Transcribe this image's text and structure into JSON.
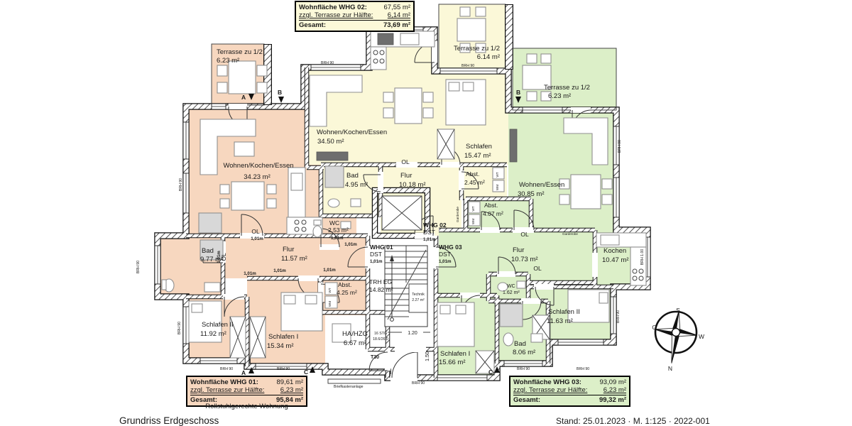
{
  "info_boxes": {
    "whg02": {
      "rows": [
        {
          "label": "Wohnfläche WHG 02:",
          "value": "67,55 m²"
        },
        {
          "label": "zzgl. Terrasse zur Hälfte:",
          "value": "6,14 m²"
        },
        {
          "label": "Gesamt:",
          "value": "73,69 m²"
        }
      ]
    },
    "whg01": {
      "rows": [
        {
          "label": "Wohnfläche WHG 01:",
          "value": "89,61 m²"
        },
        {
          "label": "zzgl. Terrasse zur Hälfte:",
          "value": "6,23 m²"
        },
        {
          "label": "Gesamt:",
          "value": "95,84 m²"
        }
      ],
      "note": "Rollstuhlgerechte Wohnung"
    },
    "whg03": {
      "rows": [
        {
          "label": "Wohnfläche WHG 03:",
          "value": "93,09 m²"
        },
        {
          "label": "zzgl. Terrasse zur Hälfte:",
          "value": "6,23 m²"
        },
        {
          "label": "Gesamt:",
          "value": "99,32 m²"
        }
      ]
    }
  },
  "rooms": {
    "whg01": {
      "terrasse": {
        "name": "Terrasse zu 1/2",
        "area": "6.23 m²"
      },
      "wohnen": {
        "name": "Wohnen/Kochen/Essen",
        "area": "34.23 m²"
      },
      "bad": {
        "name": "Bad",
        "area": "9.77 m²"
      },
      "flur": {
        "name": "Flur",
        "area": "11.57 m²"
      },
      "wc": {
        "name": "WC",
        "area": "2.53 m²"
      },
      "abst": {
        "name": "Abst.",
        "area": "4.25 m²"
      },
      "schlafen2": {
        "name": "Schlafen II",
        "area": "11.92 m²"
      },
      "schlafen1": {
        "name": "Schlafen I",
        "area": "15.34 m²"
      }
    },
    "whg02": {
      "terrasse": {
        "name": "Terrasse zu 1/2",
        "area": "6.14 m²"
      },
      "wohnen": {
        "name": "Wohnen/Kochen/Essen",
        "area": "34.50 m²"
      },
      "schlafen": {
        "name": "Schlafen",
        "area": "15.47 m²"
      },
      "bad": {
        "name": "Bad",
        "area": "4.95 m²"
      },
      "flur": {
        "name": "Flur",
        "area": "10.18 m²"
      },
      "abst": {
        "name": "Abst.",
        "area": "2.45 m²"
      }
    },
    "whg03": {
      "terrasse": {
        "name": "Terrasse zu 1/2",
        "area": "6.23 m²"
      },
      "wohnen": {
        "name": "Wohnen/Essen",
        "area": "30.85 m²"
      },
      "abst": {
        "name": "Abst.",
        "area": "4.07 m²"
      },
      "flur": {
        "name": "Flur",
        "area": "10.73 m²"
      },
      "kochen": {
        "name": "Kochen",
        "area": "10.47 m²"
      },
      "wc": {
        "name": "WC",
        "area": "1.62 m²"
      },
      "schlafen2": {
        "name": "Schlafen II",
        "area": "11.63 m²"
      },
      "bad": {
        "name": "Bad",
        "area": "8.06 m²"
      },
      "schlafen1": {
        "name": "Schlafen I",
        "area": "15.66 m²"
      }
    },
    "common": {
      "trh": {
        "name": "TRH EG",
        "area": "14.82 m²"
      },
      "technik": {
        "name": "Technik",
        "area": "2.27 m²"
      },
      "hahzg": {
        "name": "HA/HZG",
        "area": "6.67 m²"
      }
    }
  },
  "units": {
    "whg01": {
      "id": "WHG 01",
      "dst": "DST",
      "dim": "1,01m"
    },
    "whg02": {
      "id": "WHG 02",
      "dst": "DST",
      "dim": "1,01m"
    },
    "whg03": {
      "id": "WHG 03",
      "dst": "DST",
      "dim": "1,01m"
    }
  },
  "annotations": {
    "ol": "OL",
    "dim101": "1,01m",
    "brh90": "BRH 90",
    "brh100": "BRH 1.00",
    "t30": "T30",
    "stairs_line1": "16 STG",
    "stairs_line2": "18.6/26.0",
    "dim120": "1.20",
    "dim150": "1.50",
    "briefkasten": "Briefkastenanlage",
    "garderobe": "Garderobe",
    "wt": "WT",
    "wm": "WM",
    "section_a": "A",
    "section_b": "B",
    "section_c": "C"
  },
  "compass": {
    "n": "N",
    "s": "S",
    "o": "O",
    "w": "W"
  },
  "footer": {
    "title": "Grundriss Erdgeschoss",
    "meta": "Stand: 25.01.2023 · M. 1:125 · 2022-001"
  },
  "colors": {
    "whg01": "#f7d7bf",
    "whg02": "#fbf8d8",
    "whg03": "#dcefc8"
  }
}
